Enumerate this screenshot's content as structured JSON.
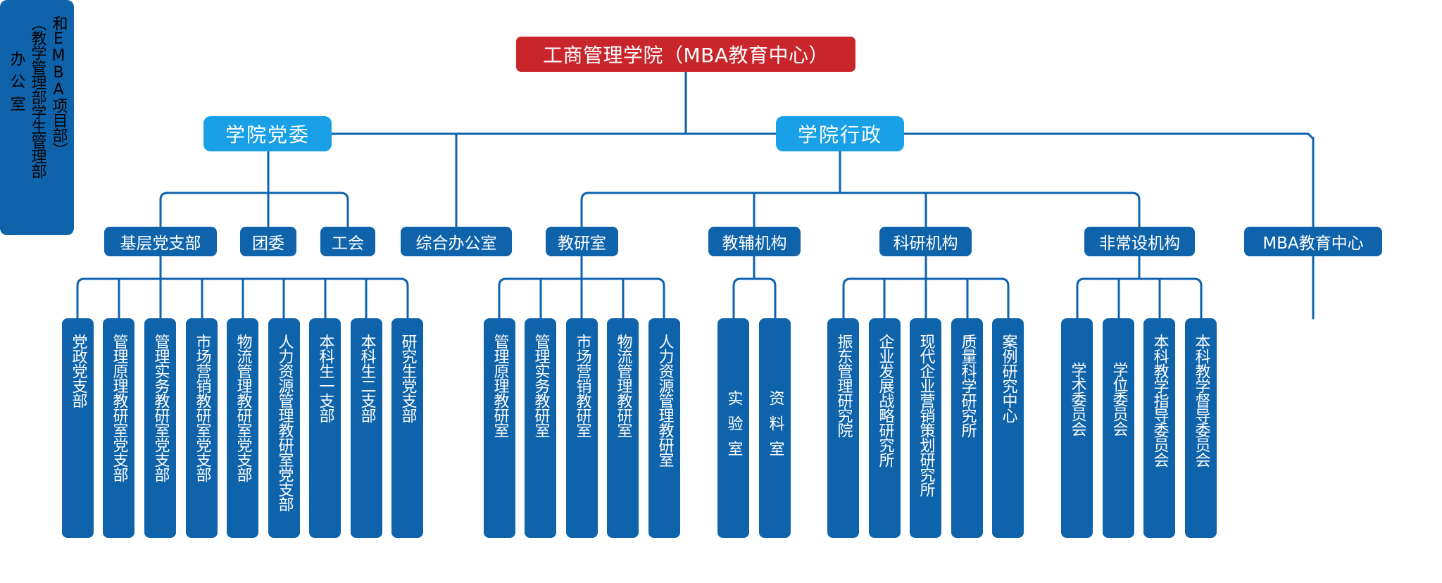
{
  "root": {
    "label": "工商管理学院（MBA教育中心）"
  },
  "level1": {
    "party": "学院党委",
    "admin": "学院行政"
  },
  "level2": {
    "grassroots": "基层党支部",
    "youth": "团委",
    "union": "工会",
    "office": "综合办公室",
    "teaching": "教研室",
    "auxiliary": "教辅机构",
    "research": "科研机构",
    "nonstanding": "非常设机构",
    "mba": "MBA教育中心"
  },
  "leaves": {
    "grassroots": [
      "党政党支部",
      "管理原理教研室党支部",
      "管理实务教研室党支部",
      "市场营销教研室党支部",
      "物流管理教研室党支部",
      "人力资源管理教研室党支部",
      "本科生一支部",
      "本科生二支部",
      "研究生党支部"
    ],
    "teaching": [
      "管理原理教研室",
      "管理实务教研室",
      "市场营销教研室",
      "物流管理教研室",
      "人力资源管理教研室"
    ],
    "auxiliary": [
      "实验室",
      "资料室"
    ],
    "research": [
      "振东管理研究院",
      "企业发展战略研究所",
      "现代企业营销策划研究所",
      "质量科学研究所",
      "案例研究中心"
    ],
    "nonstanding": [
      "学术委员会",
      "学位委员会",
      "本科教学指导委员会",
      "本科教学督导委员会"
    ],
    "mba": [
      "和EMBA项目部）",
      "（教学管理部学生管理部",
      "办公室"
    ]
  }
}
